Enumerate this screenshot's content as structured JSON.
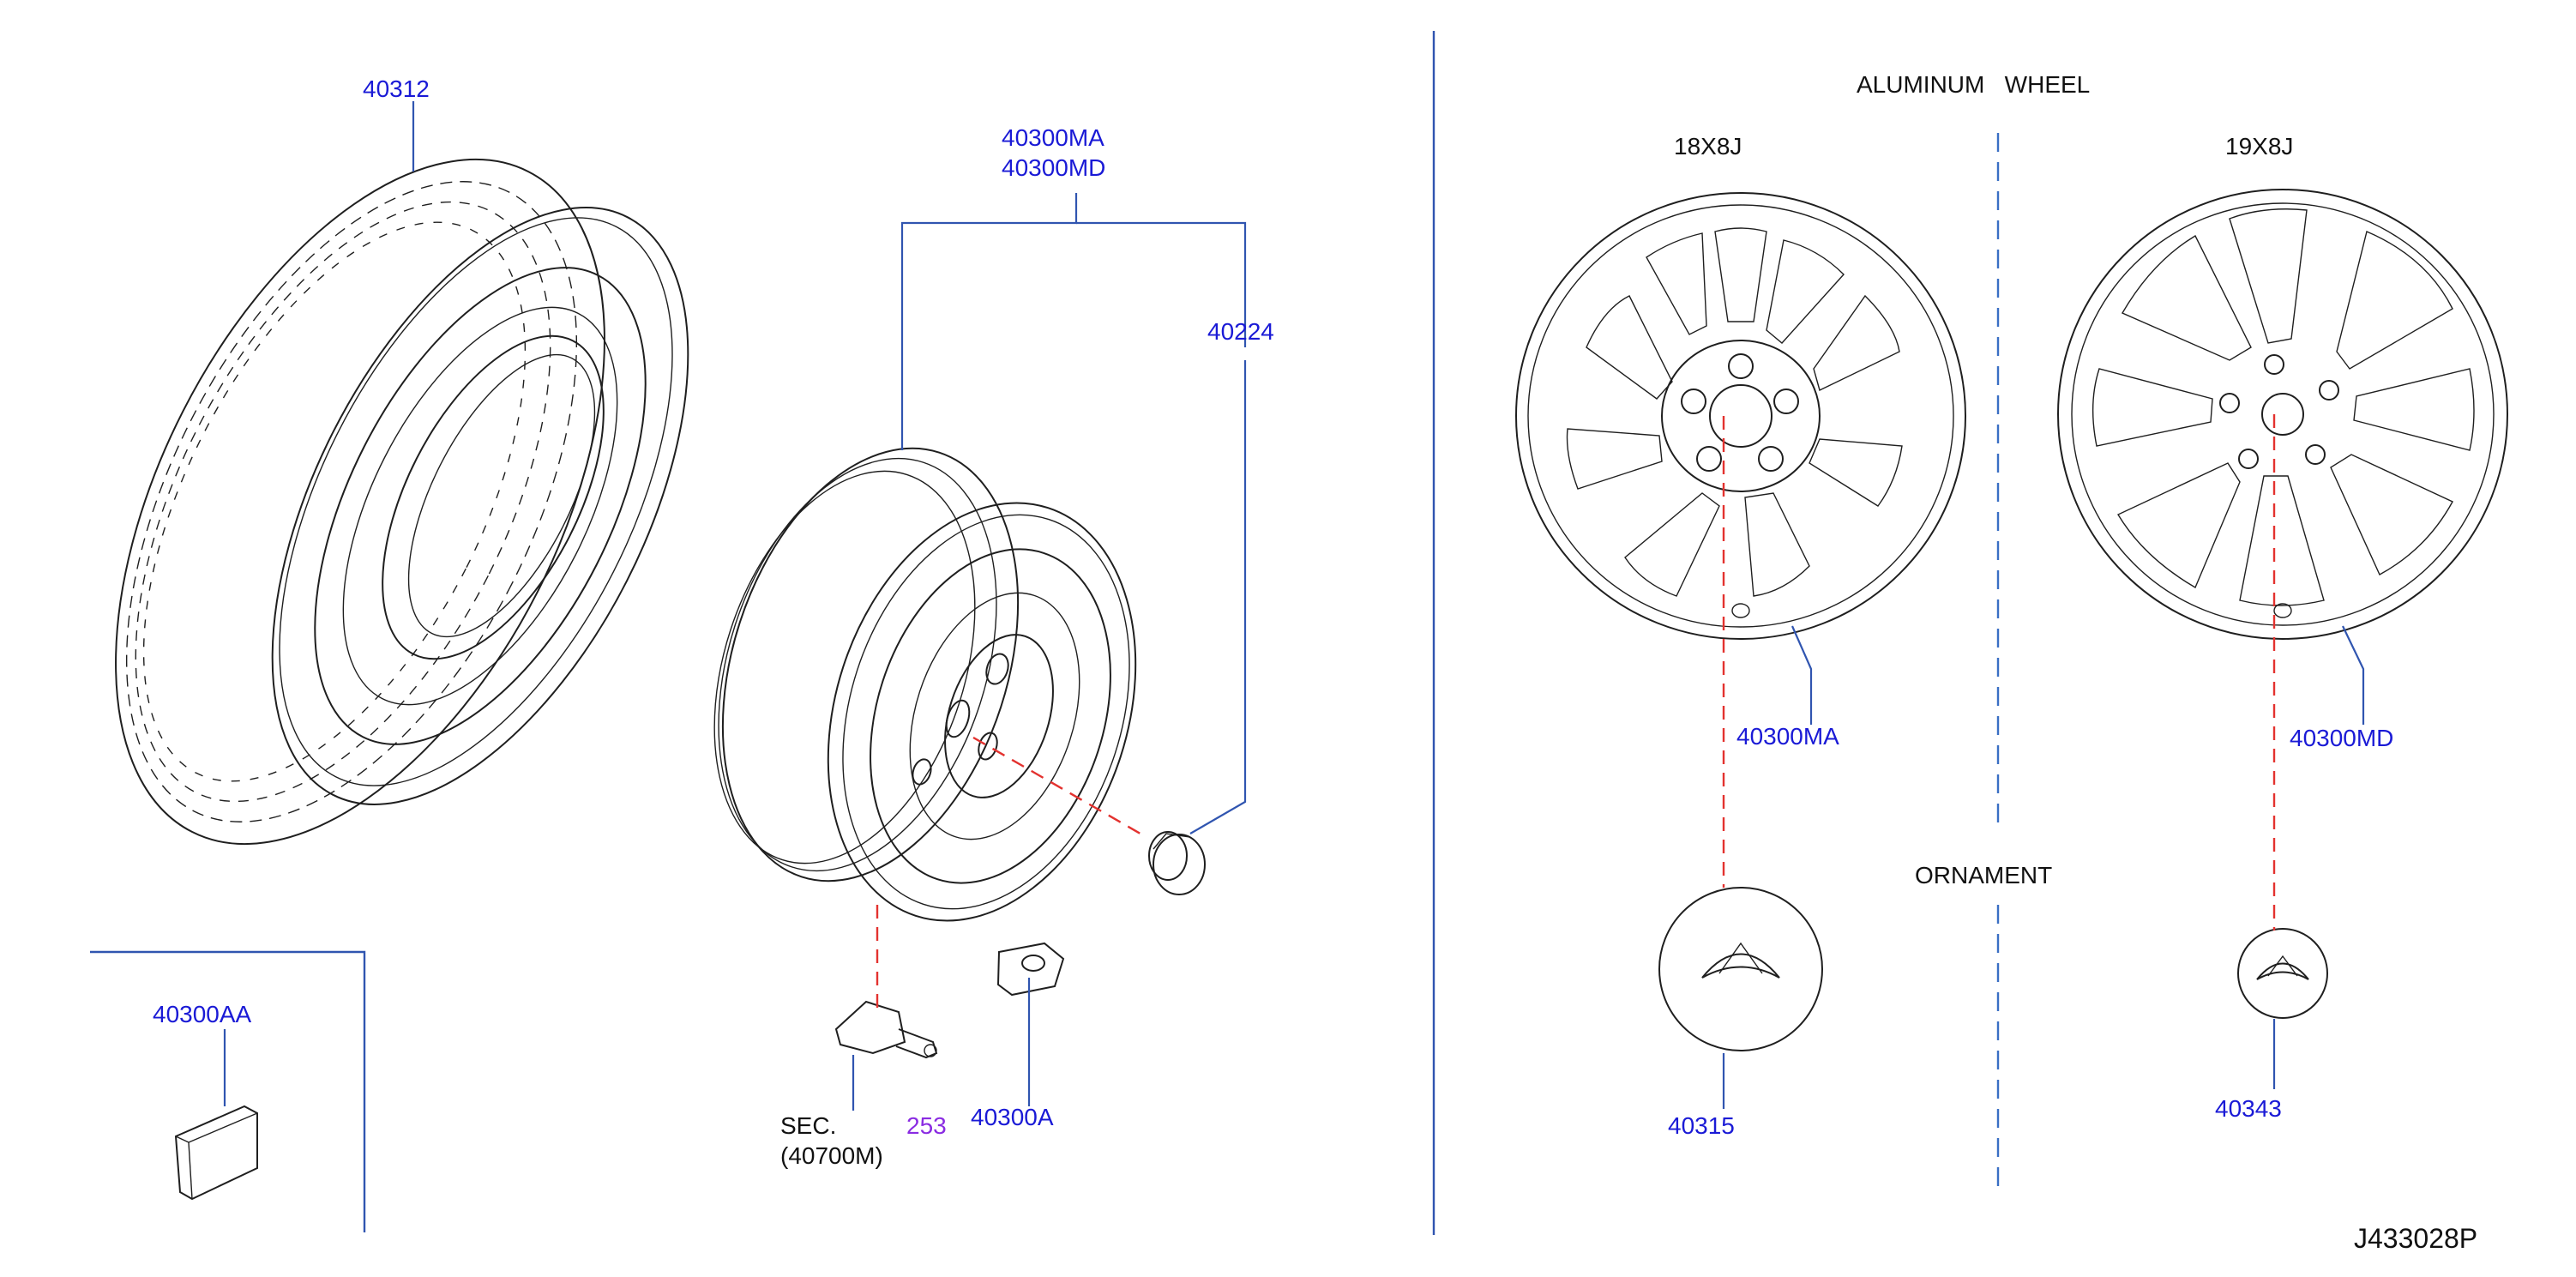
{
  "sections": {
    "aluminum_wheel_title": "ALUMINUM   WHEEL",
    "ornament_title": "ORNAMENT"
  },
  "sizes": {
    "wheel_18": "18X8J",
    "wheel_19": "19X8J"
  },
  "callouts": {
    "tire": "40312",
    "wheel_ma": "40300MA",
    "wheel_md": "40300MD",
    "nut": "40224",
    "balance_weight": "40300AA",
    "sec_prefix": "SEC.",
    "sec_number": "253",
    "sec_part": "(40700M)",
    "valve": "40300A",
    "wheel_ma_right": "40300MA",
    "wheel_md_right": "40300MD",
    "ornament_small": "40315",
    "ornament_large": "40343"
  },
  "diagram_code": "J433028P",
  "colors": {
    "callout": "#1a1ad6",
    "section_ref": "#8a2be2",
    "leader": "#3055b0",
    "center_line": "#e3322f"
  }
}
